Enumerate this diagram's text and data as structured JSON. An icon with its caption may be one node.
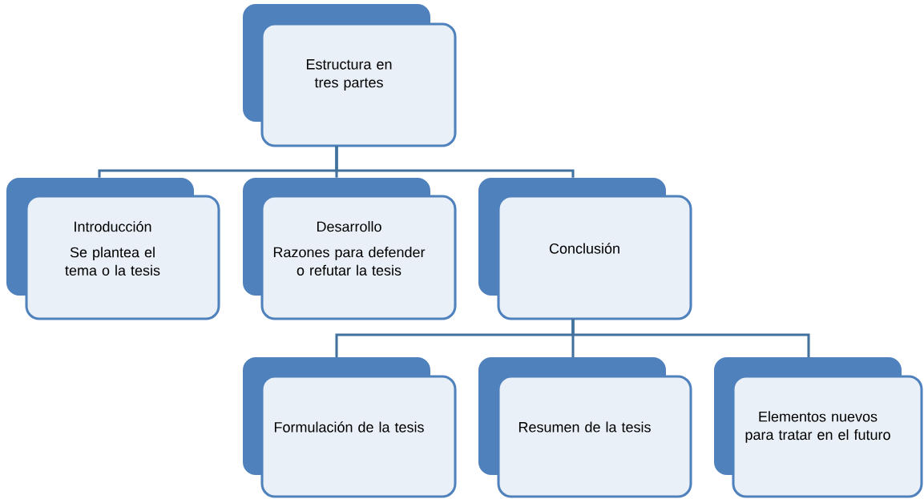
{
  "diagram": {
    "nodes": [
      {
        "text": [
          "Estructura en tres partes"
        ]
      },
      {
        "text": [
          "Introducción",
          "Se plantea el tema o la tesis"
        ]
      },
      {
        "text": [
          "Desarrollo",
          "Razones para defender o refutar la tesis"
        ]
      },
      {
        "text": [
          "Conclusión"
        ]
      },
      {
        "text": [
          "Formulación de la tesis"
        ]
      },
      {
        "text": [
          "Resumen de la tesis"
        ]
      },
      {
        "text": [
          "Elementos nuevos para tratar en el futuro"
        ]
      }
    ],
    "edges": [
      {
        "from": 0,
        "to": 1,
        "arrow": "none"
      },
      {
        "from": 0,
        "to": 2,
        "arrow": "none"
      },
      {
        "from": 0,
        "to": 3,
        "arrow": "none"
      },
      {
        "from": 3,
        "to": 4,
        "arrow": "none"
      },
      {
        "from": 3,
        "to": 5,
        "arrow": "none"
      },
      {
        "from": 3,
        "to": 6,
        "arrow": "none"
      }
    ]
  }
}
